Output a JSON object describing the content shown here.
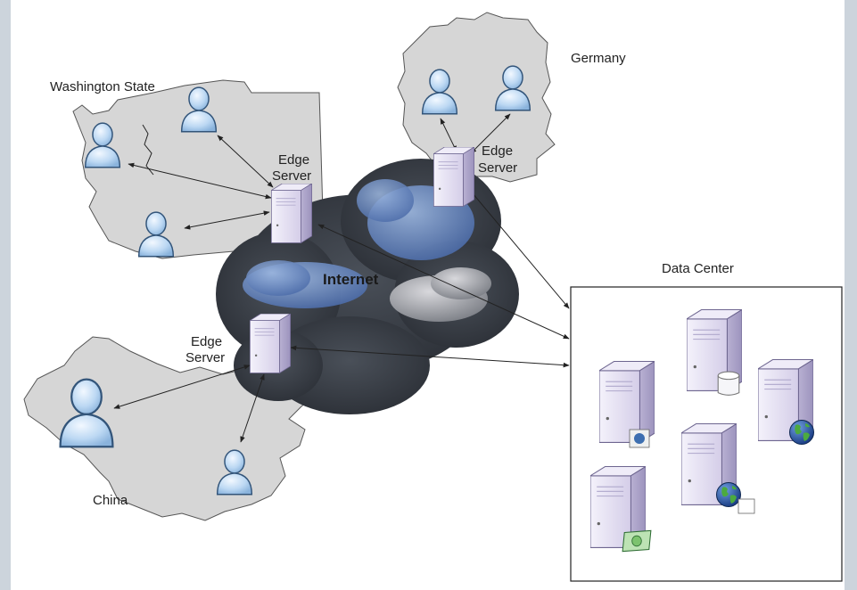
{
  "regions": {
    "washington": "Washington State",
    "germany": "Germany",
    "china": "China"
  },
  "edge_server": {
    "line1": "Edge",
    "line2": "Server"
  },
  "cloud_label": "Internet",
  "data_center_label": "Data Center",
  "icons": {
    "user": "user-icon",
    "server": "server-icon",
    "database": "database-icon",
    "globe": "globe-icon",
    "money": "money-icon"
  },
  "colors": {
    "page_bg": "#ccd4dc",
    "region_fill": "#d6d6d6",
    "user_fill": "#bcd8f3",
    "server_fill": "#e6e2f2",
    "cloud_dark": "#3a3f47",
    "cloud_blue": "#6f8fc6"
  }
}
